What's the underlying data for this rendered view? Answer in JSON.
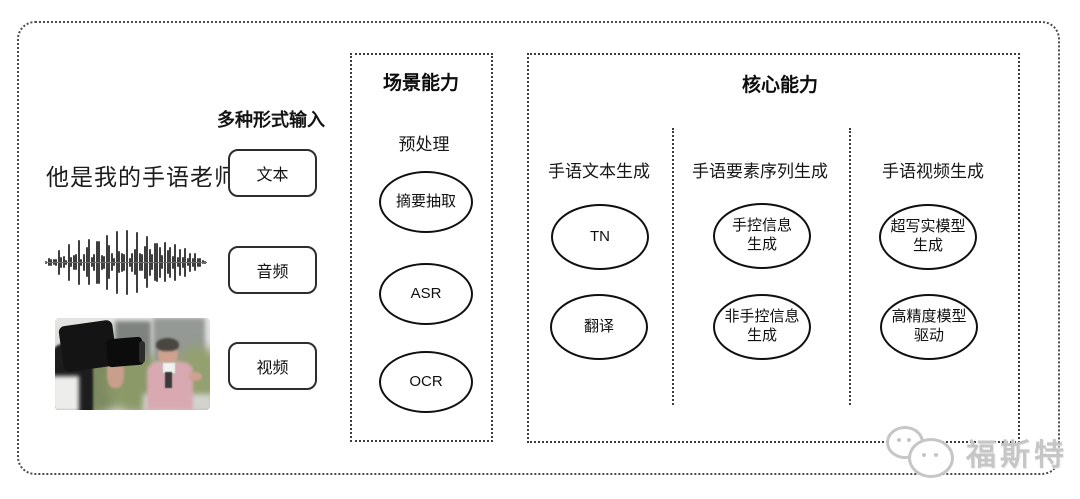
{
  "diagram": {
    "input": {
      "heading": "多种形式输入",
      "text_sample": "他是我的手语老师",
      "types": [
        {
          "label": "文本"
        },
        {
          "label": "音频"
        },
        {
          "label": "视频"
        }
      ]
    },
    "scene": {
      "title": "场景能力",
      "subtitle": "预处理",
      "nodes": [
        {
          "label": "摘要抽取"
        },
        {
          "label": "ASR"
        },
        {
          "label": "OCR"
        }
      ]
    },
    "core": {
      "title": "核心能力",
      "columns": [
        {
          "label": "手语文本生成",
          "nodes": [
            {
              "label": "TN"
            },
            {
              "label": "翻译"
            }
          ]
        },
        {
          "label": "手语要素序列生成",
          "nodes": [
            {
              "label": "手控信息\n生成"
            },
            {
              "label": "非手控信息\n生成"
            }
          ]
        },
        {
          "label": "手语视频生成",
          "nodes": [
            {
              "label": "超写实模型\n生成"
            },
            {
              "label": "高精度模型\n驱动"
            }
          ]
        }
      ]
    },
    "watermark": {
      "text": "福斯特"
    }
  },
  "colors": {
    "ink": "#141414",
    "watermark": "#c6c6c6"
  }
}
